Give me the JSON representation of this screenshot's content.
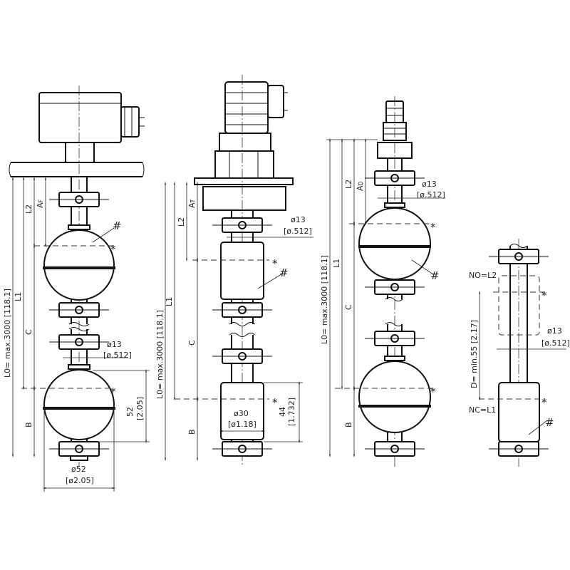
{
  "drawing_1": {
    "lo": "L0= max.3000 [118.1]",
    "l1": "L1",
    "l2": "L2",
    "af": "A",
    "af_sub": "F",
    "c": "C",
    "b": "B",
    "rod_dia": "ø13",
    "rod_dia_in": "[ø.512]",
    "float_h": "52",
    "float_h_in": "[2.05]",
    "float_dia": "ø52",
    "float_dia_in": "[ø2.05]",
    "mark_hash": "#",
    "mark_star": "*"
  },
  "drawing_2": {
    "lo": "L0= max.3000 [118.1]",
    "l1": "L1",
    "l2": "L2",
    "at": "A",
    "at_sub": "T",
    "c": "C",
    "b": "B",
    "rod_dia": "ø13",
    "rod_dia_in": "[ø.512]",
    "float_h": "44",
    "float_h_in": "[1.732]",
    "float_dia": "ø30",
    "float_dia_in": "[ø1.18]",
    "mark_hash": "#",
    "mark_star": "*"
  },
  "drawing_3": {
    "lo": "L0= max.3000 [118.1]",
    "l1": "L1",
    "l2": "L2",
    "ad": "A",
    "ad_sub": "D",
    "c": "C",
    "b": "B",
    "rod_dia": "ø13",
    "rod_dia_in": "[ø.512]",
    "mark_hash": "#",
    "mark_star": "*"
  },
  "drawing_4": {
    "no": "NO=L2",
    "nc": "NC=L1",
    "d": "D=  min.55  [2.17]",
    "rod_dia": "ø13",
    "rod_dia_in": "[ø.512]",
    "mark_hash": "#",
    "mark_star": "*"
  }
}
